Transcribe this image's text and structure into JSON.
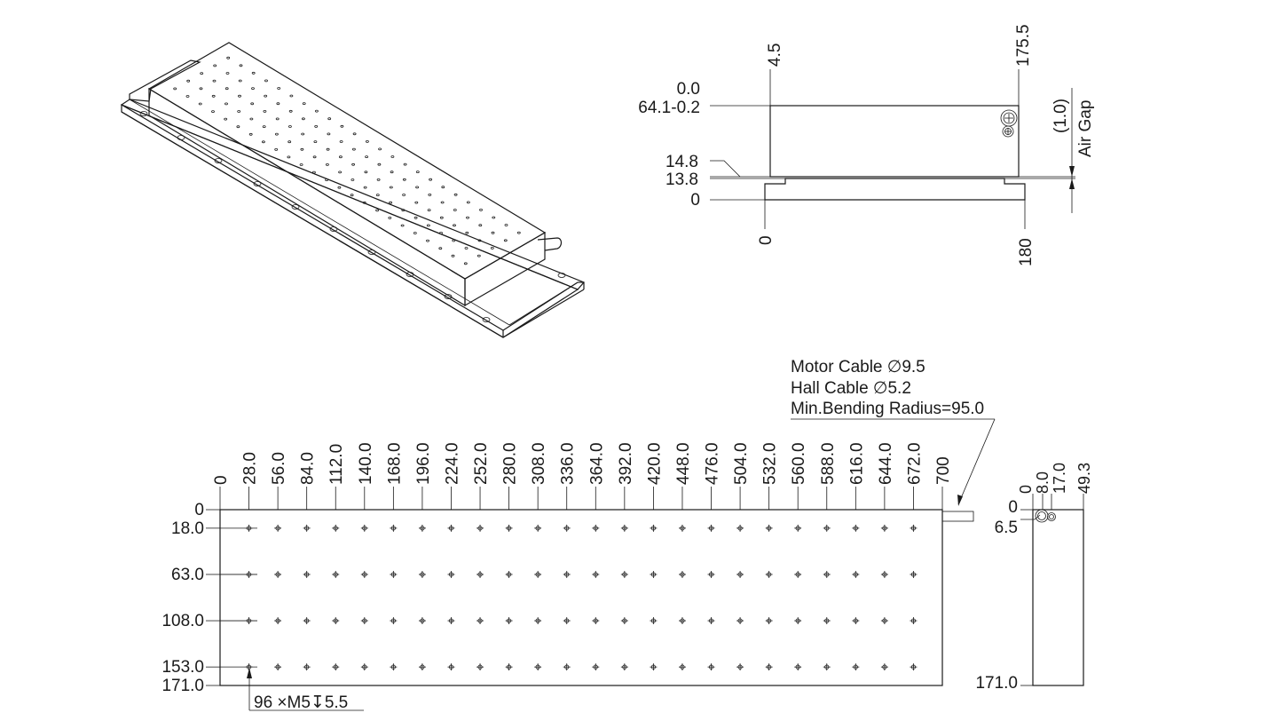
{
  "side_view": {
    "top_labels": [
      "4.5",
      "175.5"
    ],
    "left_labels": [
      "0.0",
      "64.1-0.2",
      "14.8",
      "13.8",
      "0"
    ],
    "bottom_labels": [
      "0",
      "180"
    ],
    "air_gap_value": "(1.0)",
    "air_gap_label": "Air Gap"
  },
  "cable_note": {
    "lines": [
      "Motor Cable ∅9.5",
      "Hall Cable ∅5.2",
      "Min.Bending Radius=95.0"
    ]
  },
  "top_view": {
    "x_labels": [
      "0",
      "28.0",
      "56.0",
      "84.0",
      "112.0",
      "140.0",
      "168.0",
      "196.0",
      "224.0",
      "252.0",
      "280.0",
      "308.0",
      "336.0",
      "364.0",
      "392.0",
      "420.0",
      "448.0",
      "476.0",
      "504.0",
      "532.0",
      "560.0",
      "588.0",
      "616.0",
      "644.0",
      "672.0",
      "700"
    ],
    "y_labels": [
      "0",
      "18.0",
      "63.0",
      "108.0",
      "153.0",
      "171.0"
    ],
    "hole_note": "96 ×M5↧5.5"
  },
  "end_view": {
    "x_labels": [
      "0",
      "8.0",
      "17.0",
      "49.3"
    ],
    "y_labels": [
      "0",
      "6.5",
      "171.0"
    ]
  }
}
